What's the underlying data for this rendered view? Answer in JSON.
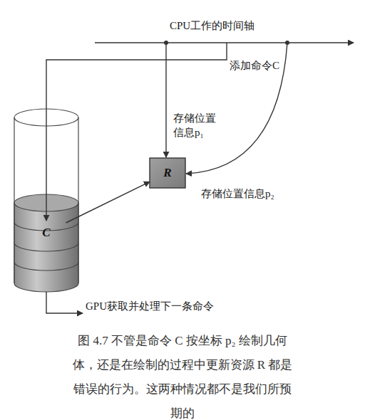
{
  "diagram": {
    "caption": "图 4.7 不管是命令 C 按坐标 p₂ 绘制几何体，还是在绘制的过程中更新资源 R 都是错误的行为。这两种情况都不是我们所预期的",
    "nodes": [
      {
        "text": [
          "C"
        ]
      },
      {
        "text": [
          "R"
        ]
      }
    ],
    "edges": [
      {
        "from": 0,
        "to": 1,
        "arrow": "to"
      }
    ],
    "labels": [
      "CPU工作的时间轴",
      "添加命令C",
      "存储位置信息p₁",
      "存储位置信息p₂",
      "GPU获取并处理下一条命令"
    ]
  }
}
